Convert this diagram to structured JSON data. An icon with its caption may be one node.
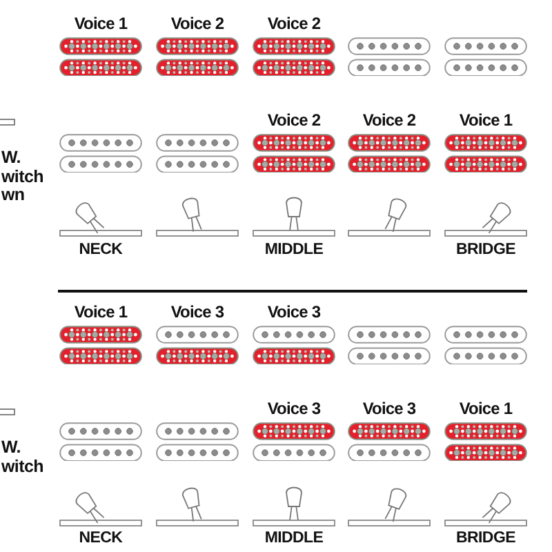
{
  "diagram": {
    "nodes": [
      {
        "text": [
          "Voice 1"
        ]
      },
      {
        "text": [
          "Voice 2"
        ]
      },
      {
        "text": [
          "Voice 2"
        ]
      },
      {
        "text": [],
        "shape": "box"
      },
      {
        "text": [],
        "shape": "box"
      },
      {
        "text": [],
        "shape": "box"
      },
      {
        "text": [],
        "shape": "box"
      },
      {
        "text": [
          "Voice 2"
        ]
      },
      {
        "text": [
          "Voice 2"
        ]
      },
      {
        "text": [
          "Voice 1"
        ]
      },
      {
        "text": [
          "Voice 1"
        ]
      },
      {
        "text": [
          "Voice 3"
        ]
      },
      {
        "text": [
          "Voice 3"
        ]
      },
      {
        "text": [],
        "shape": "box"
      },
      {
        "text": [],
        "shape": "box"
      },
      {
        "text": [],
        "shape": "box"
      },
      {
        "text": [],
        "shape": "box"
      },
      {
        "text": [
          "Voice 3"
        ]
      },
      {
        "text": [
          "Voice 3"
        ]
      },
      {
        "text": [
          "Voice 1"
        ]
      }
    ],
    "labels": [
      "W. witch wn",
      "NECK",
      "MIDDLE",
      "BRIDGE",
      "W. witch",
      "NECK",
      "MIDDLE",
      "BRIDGE"
    ]
  }
}
